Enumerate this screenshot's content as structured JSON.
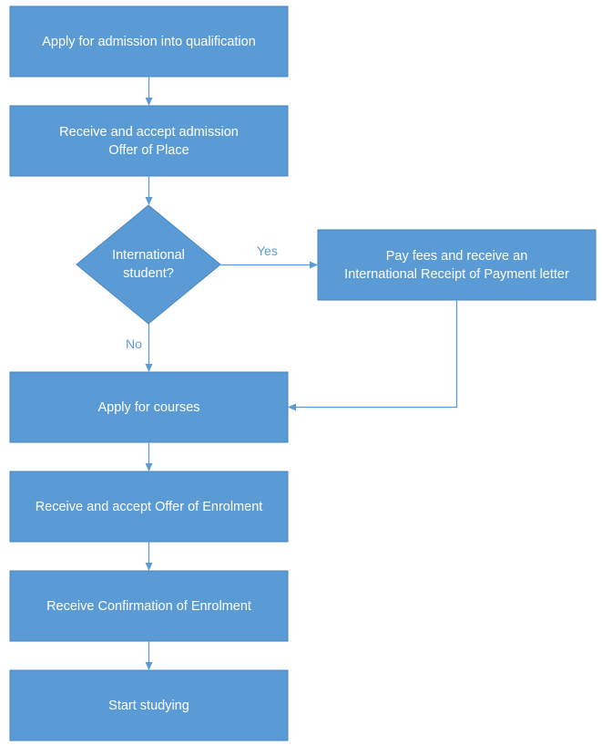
{
  "colors": {
    "node_fill": "#5b9bd5",
    "node_stroke": "#4a86c0",
    "connector": "#5b9bd5",
    "node_text": "#ffffff",
    "edge_label_text": "#5b9bd5"
  },
  "nodes": {
    "apply_admission": "Apply for admission into qualification",
    "accept_offer_place": "Receive and accept admission\nOffer of Place",
    "international_decision": "International\nstudent?",
    "pay_fees": "Pay fees and receive an\nInternational Receipt of Payment letter",
    "apply_courses": "Apply for courses",
    "accept_offer_enrolment": "Receive and accept Offer of Enrolment",
    "confirmation_enrolment": "Receive Confirmation of Enrolment",
    "start_studying": "Start studying"
  },
  "edge_labels": {
    "yes": "Yes",
    "no": "No"
  }
}
